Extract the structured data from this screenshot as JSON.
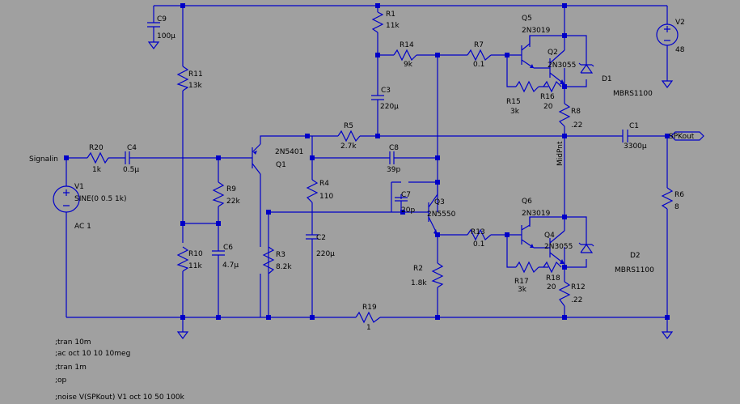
{
  "components": {
    "C9": {
      "name": "C9",
      "value": "100µ"
    },
    "R1": {
      "name": "R1",
      "value": "11k"
    },
    "R11": {
      "name": "R11",
      "value": "13k"
    },
    "R14": {
      "name": "R14",
      "value": "9k"
    },
    "R7": {
      "name": "R7",
      "value": "0.1"
    },
    "Q5": {
      "name": "Q5",
      "value": "2N3019"
    },
    "Q2": {
      "name": "Q2",
      "value": "2N3055"
    },
    "D1": {
      "name": "D1",
      "value": "MBRS1100"
    },
    "V2": {
      "name": "V2",
      "value": "48"
    },
    "C3": {
      "name": "C3",
      "value": "220µ"
    },
    "R15": {
      "name": "R15",
      "value": "3k"
    },
    "R16": {
      "name": "R16",
      "value": "20"
    },
    "R8": {
      "name": "R8",
      "value": ".22"
    },
    "R5": {
      "name": "R5",
      "value": "2.7k"
    },
    "C1": {
      "name": "C1",
      "value": "3300µ"
    },
    "R20": {
      "name": "R20",
      "value": "1k"
    },
    "C4": {
      "name": "C4",
      "value": "0.5µ"
    },
    "Q1": {
      "name": "Q1",
      "value": "2N5401"
    },
    "C8": {
      "name": "C8",
      "value": "39p"
    },
    "R9": {
      "name": "R9",
      "value": "22k"
    },
    "R4": {
      "name": "R4",
      "value": "110"
    },
    "V1": {
      "name": "V1",
      "value": "SINE(0 0.5 1k)",
      "ac": "AC 1"
    },
    "C7": {
      "name": "C7",
      "value": "20p"
    },
    "Q3": {
      "name": "Q3",
      "value": "2N5550"
    },
    "R6": {
      "name": "R6",
      "value": "8"
    },
    "Q6": {
      "name": "Q6",
      "value": "2N3019"
    },
    "R13": {
      "name": "R13",
      "value": "0.1"
    },
    "Q4": {
      "name": "Q4",
      "value": "2N3055"
    },
    "D2": {
      "name": "D2",
      "value": "MBRS1100"
    },
    "C6": {
      "name": "C6",
      "value": "4.7µ"
    },
    "C2": {
      "name": "C2",
      "value": "220µ"
    },
    "R10": {
      "name": "R10",
      "value": "11k"
    },
    "R3": {
      "name": "R3",
      "value": "8.2k"
    },
    "R2": {
      "name": "R2",
      "value": "1.8k"
    },
    "R17": {
      "name": "R17",
      "value": "3k"
    },
    "R18": {
      "name": "R18",
      "value": "20"
    },
    "R12": {
      "name": "R12",
      "value": ".22"
    },
    "R19": {
      "name": "R19",
      "value": "1"
    }
  },
  "nets": {
    "signal_in": "Signalin",
    "speaker_out": "SPKout",
    "midpoint": "MidPnt"
  },
  "directives": [
    ";tran 10m",
    ";ac oct 10 10 10meg",
    ";tran 1m",
    ";op",
    ";noise V(SPKout) V1 oct 10 50 100k"
  ],
  "colors": {
    "background": "#a0a0a0",
    "wire": "#0000c8",
    "text": "#000000"
  }
}
